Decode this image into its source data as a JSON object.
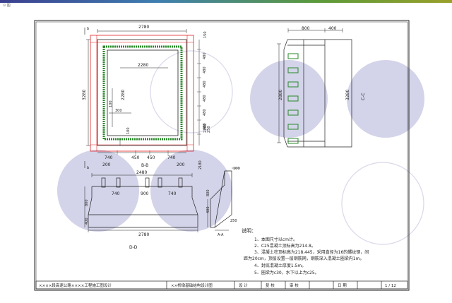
{
  "window": {
    "corner_label": "⊙ 图"
  },
  "colors": {
    "rebar": "#e02020",
    "grout": "#2a8a2a",
    "highlight": "#b8b8dc",
    "ink": "#222222"
  },
  "dims": {
    "b_top_2780": "2780",
    "b_inner_2280": "2280",
    "b_height_3280": "3280",
    "b_inner_height_2280": "2280",
    "b_150": "150",
    "b_rows": [
      "480",
      "480",
      "480",
      "480",
      "480",
      "480"
    ],
    "b_2280_right": "2280",
    "b_100_left": "100",
    "b_100_mid": "100",
    "b_300_left": "300",
    "b_250_right": "250",
    "b_bottom": [
      "740",
      "450",
      "450",
      "740"
    ],
    "b_200_left": "200",
    "b_200_right": "200",
    "b_2180": "2180",
    "rt_800": "800",
    "rt_400": "400",
    "rt_2880": "2880",
    "rt_3280": "3280",
    "d_2480": "2480",
    "d_inner": [
      "740",
      "900",
      "740"
    ],
    "d_800": "800",
    "d_400": "400",
    "d_2780": "2780",
    "a_100": "100",
    "a_800": "800",
    "a_400": "400",
    "a_250": "250"
  },
  "labels": {
    "b": "b",
    "b2": "b",
    "bb_title": "B-B",
    "cc": "C-C",
    "dd_title": "D-D",
    "aa_title": "A-A"
  },
  "notes": {
    "heading": "说明：",
    "items": [
      "1、本图尺寸以cm计。",
      "2、C25混凝土顶标高为214.8。",
      "3、混凝土柱顶标高为218.445，采用直径为16的螺纹钢，间",
      "距为20cm，顶层设置一层钢筋网，钢筋深入混凝土圈梁内1m。",
      "4、封底混凝土厚度1.5m。",
      "5、圈梁为c30，水下以上为c25。"
    ]
  },
  "title_block": {
    "project": "××××段高速公路××××工程施工图设计",
    "drawing_name": "××桥墩基础结构设计图",
    "design": "设 计",
    "check": "复 核",
    "review": "审 核",
    "date": "日 期",
    "page": "1 / 12"
  }
}
